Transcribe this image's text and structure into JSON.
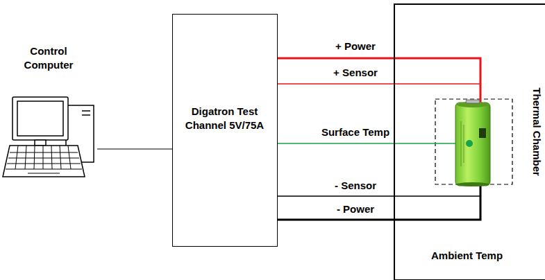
{
  "diagram": {
    "nodes": [
      {
        "text": [
          "Control Computer"
        ]
      },
      {
        "text": [
          "Digatron Test Channel 5V/75A"
        ]
      },
      {
        "text": [
          "Thermal Chamber",
          "Ambient Temp"
        ]
      }
    ],
    "edges": [
      {
        "from": 0,
        "to": 1,
        "arrow": "none"
      }
    ],
    "labels": [
      "+ Power",
      "+ Sensor",
      "Surface Temp",
      "- Sensor",
      "- Power"
    ]
  }
}
